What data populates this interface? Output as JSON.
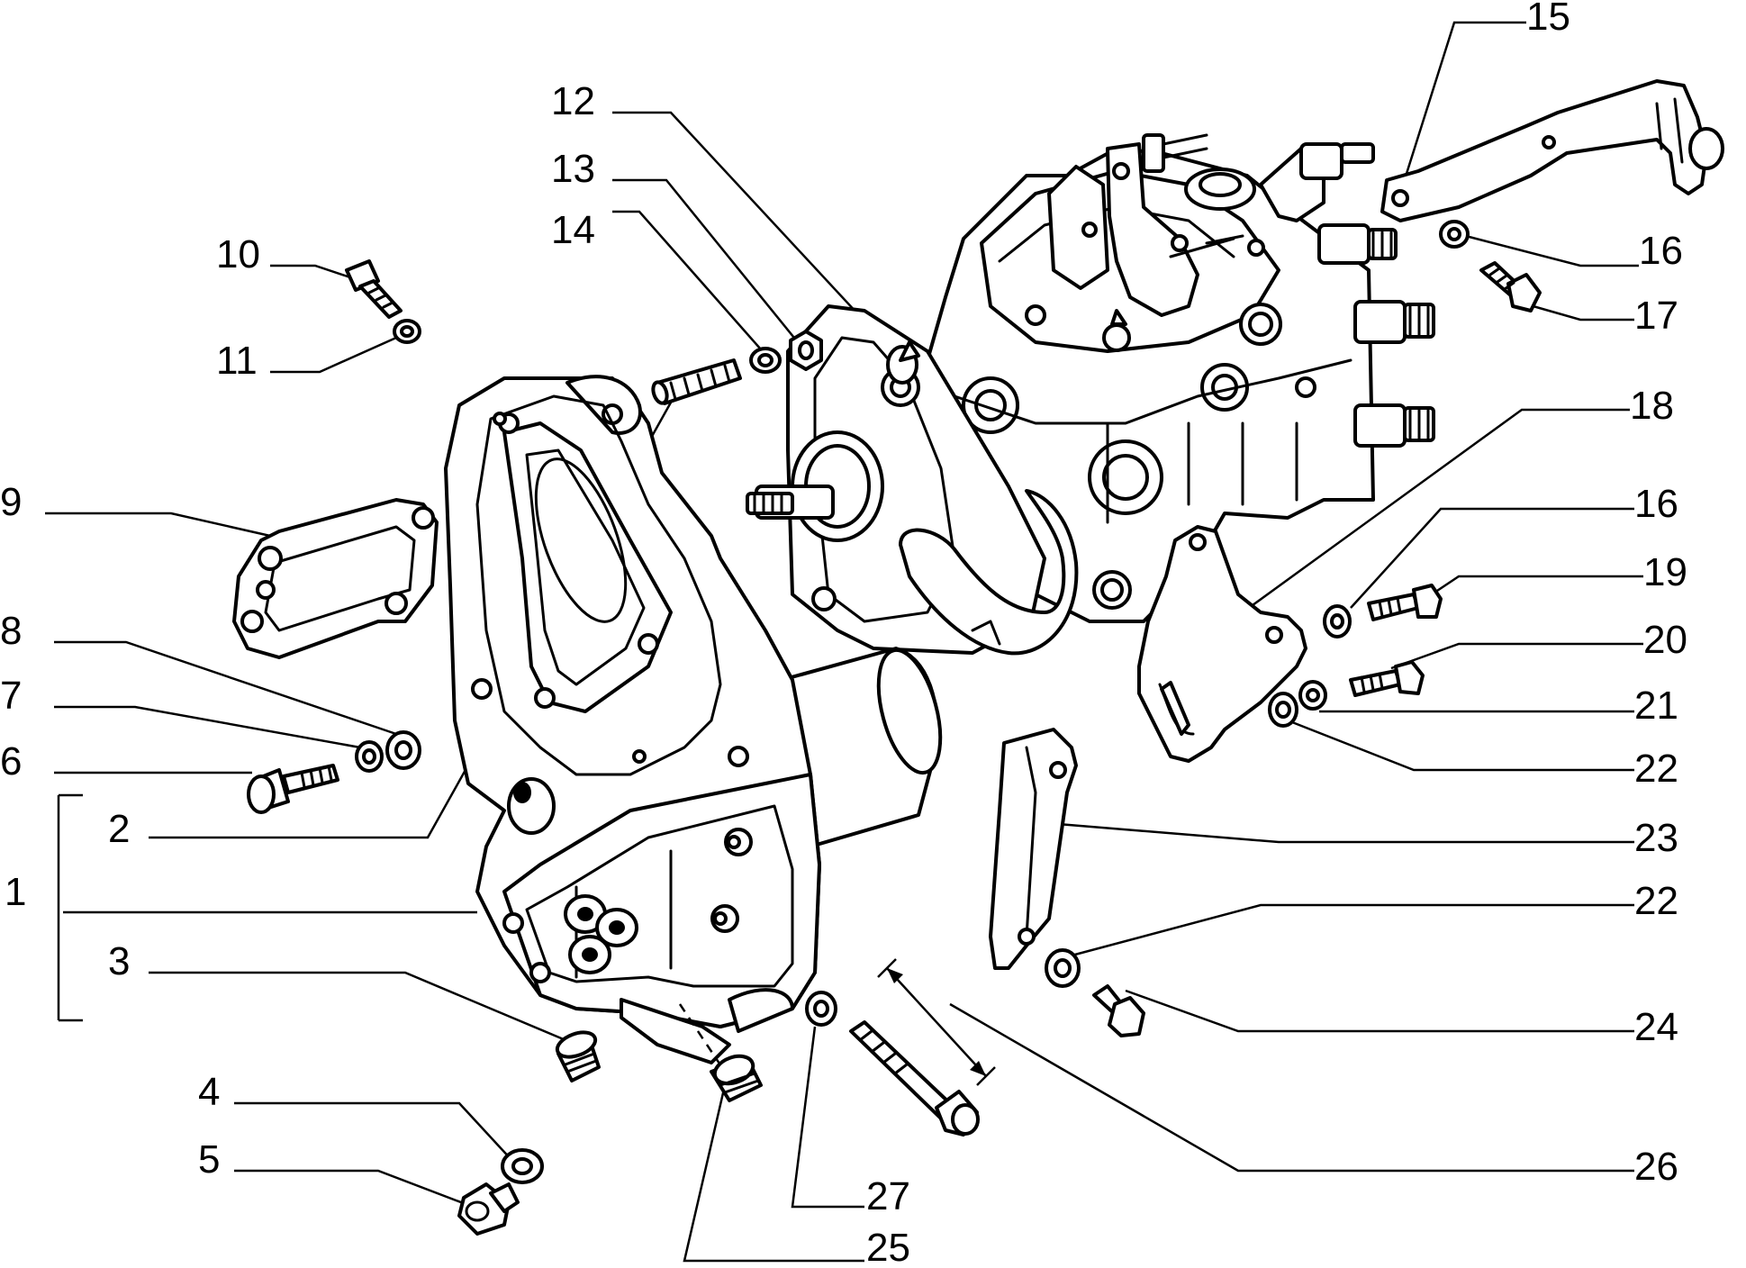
{
  "callouts": [
    "1",
    "2",
    "3",
    "4",
    "5",
    "6",
    "7",
    "8",
    "9",
    "10",
    "11",
    "12",
    "13",
    "14",
    "15",
    "16",
    "16",
    "17",
    "18",
    "19",
    "20",
    "21",
    "22",
    "22",
    "23",
    "24",
    "25",
    "26",
    "27"
  ]
}
